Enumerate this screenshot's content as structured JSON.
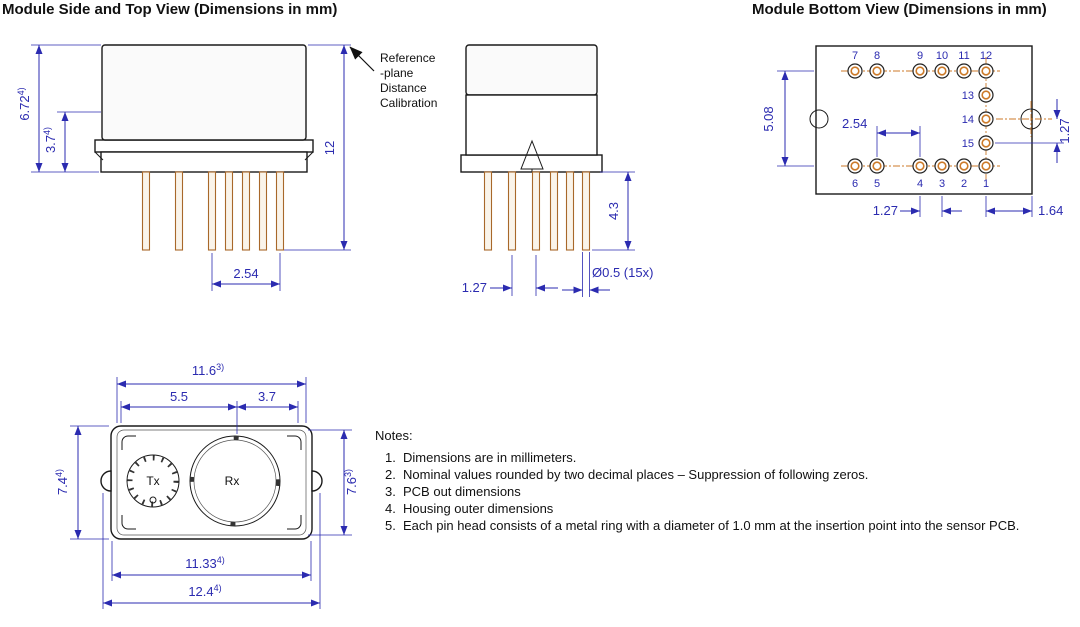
{
  "titles": {
    "side_top": "Module Side and Top View (Dimensions in mm)",
    "bottom": "Module Bottom View (Dimensions in mm)"
  },
  "superscripts": {
    "note3": "3)",
    "note4": "4)"
  },
  "side_view": {
    "annotation": [
      "Reference",
      "-plane",
      "Distance",
      "Calibration"
    ],
    "dims": {
      "height_outer": "6.72",
      "height_ref": "3.7",
      "total_height": "12",
      "pin_pitch": "2.54"
    }
  },
  "front_view": {
    "dims": {
      "pin_length": "4.3",
      "pin_pitch": "1.27",
      "pin_diameter": "Ø0.5 (15x)"
    }
  },
  "bottom_view": {
    "pins": {
      "top_row": [
        "7",
        "8",
        "9",
        "10",
        "11",
        "12"
      ],
      "right_col": [
        "13",
        "14",
        "15"
      ],
      "bottom_row": [
        "6",
        "5",
        "4",
        "3",
        "2",
        "1"
      ]
    },
    "dims": {
      "row_spacing": "5.08",
      "center_gap": "2.54",
      "col_pitch": "1.27",
      "bottom_pitch": "1.27",
      "edge_offset": "1.64"
    }
  },
  "top_view": {
    "labels": {
      "tx": "Tx",
      "rx": "Rx"
    },
    "dims": {
      "pcb_width": "11.6",
      "tx_offset": "5.5",
      "rx_offset": "3.7",
      "housing_height": "7.4",
      "pcb_height": "7.6",
      "inner_width": "11.33",
      "housing_width": "12.4"
    }
  },
  "notes": {
    "heading": "Notes:",
    "items": [
      {
        "num": "1.",
        "text": "Dimensions are in millimeters."
      },
      {
        "num": "2.",
        "text": "Nominal values rounded by two decimal places – Suppression of following zeros."
      },
      {
        "num": "3.",
        "text": "PCB out dimensions"
      },
      {
        "num": "4.",
        "text": "Housing outer dimensions"
      },
      {
        "num": "5.",
        "text": "Each pin head consists of a metal ring with a diameter of 1.0 mm at the insertion point into the sensor PCB."
      }
    ]
  },
  "colors": {
    "dimension": "#2b2bb0",
    "outline": "#1a1a1a",
    "pin_accent": "#cc7a29"
  }
}
